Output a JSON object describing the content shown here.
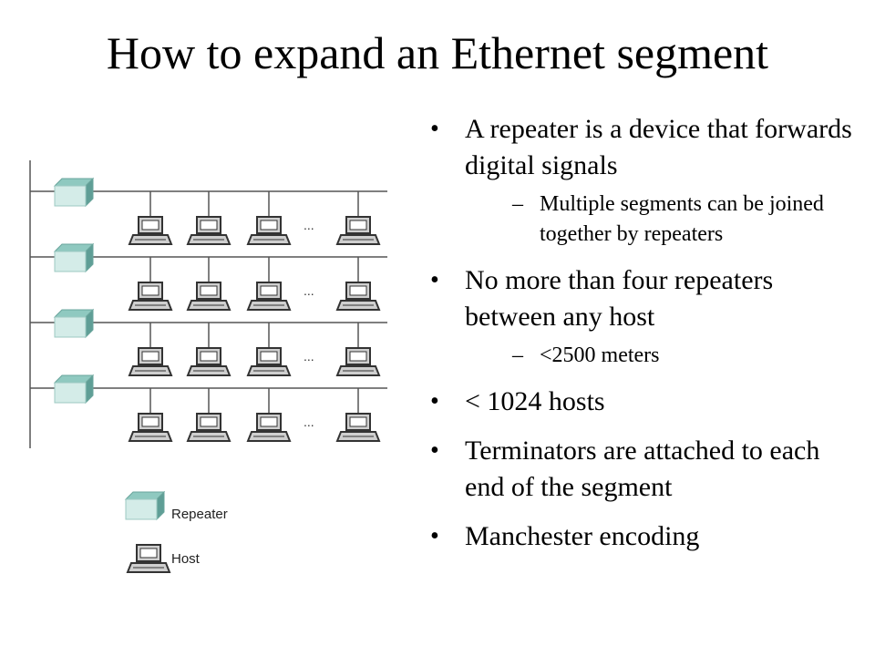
{
  "title": "How to expand an Ethernet segment",
  "colors": {
    "repeater_face": "#d4ece8",
    "repeater_top": "#8fc9c0",
    "repeater_side": "#5f9e96",
    "host_dark": "#333333",
    "host_light": "#cfcfcf"
  },
  "diagram": {
    "segments": 4,
    "hosts_per_segment_shown": 4,
    "ellipsis": "...",
    "legend": {
      "repeater_label": "Repeater",
      "host_label": "Host"
    }
  },
  "bullets": [
    {
      "text": "A repeater is a device that forwards digital signals",
      "sub": [
        "Multiple segments can be joined together by repeaters"
      ]
    },
    {
      "text": "No more than four repeaters between any host",
      "sub": [
        "<2500 meters"
      ]
    },
    {
      "text": "< 1024 hosts",
      "sub": []
    },
    {
      "text": "Terminators are attached to each end of the segment",
      "sub": []
    },
    {
      "text": "Manchester encoding",
      "sub": []
    }
  ]
}
